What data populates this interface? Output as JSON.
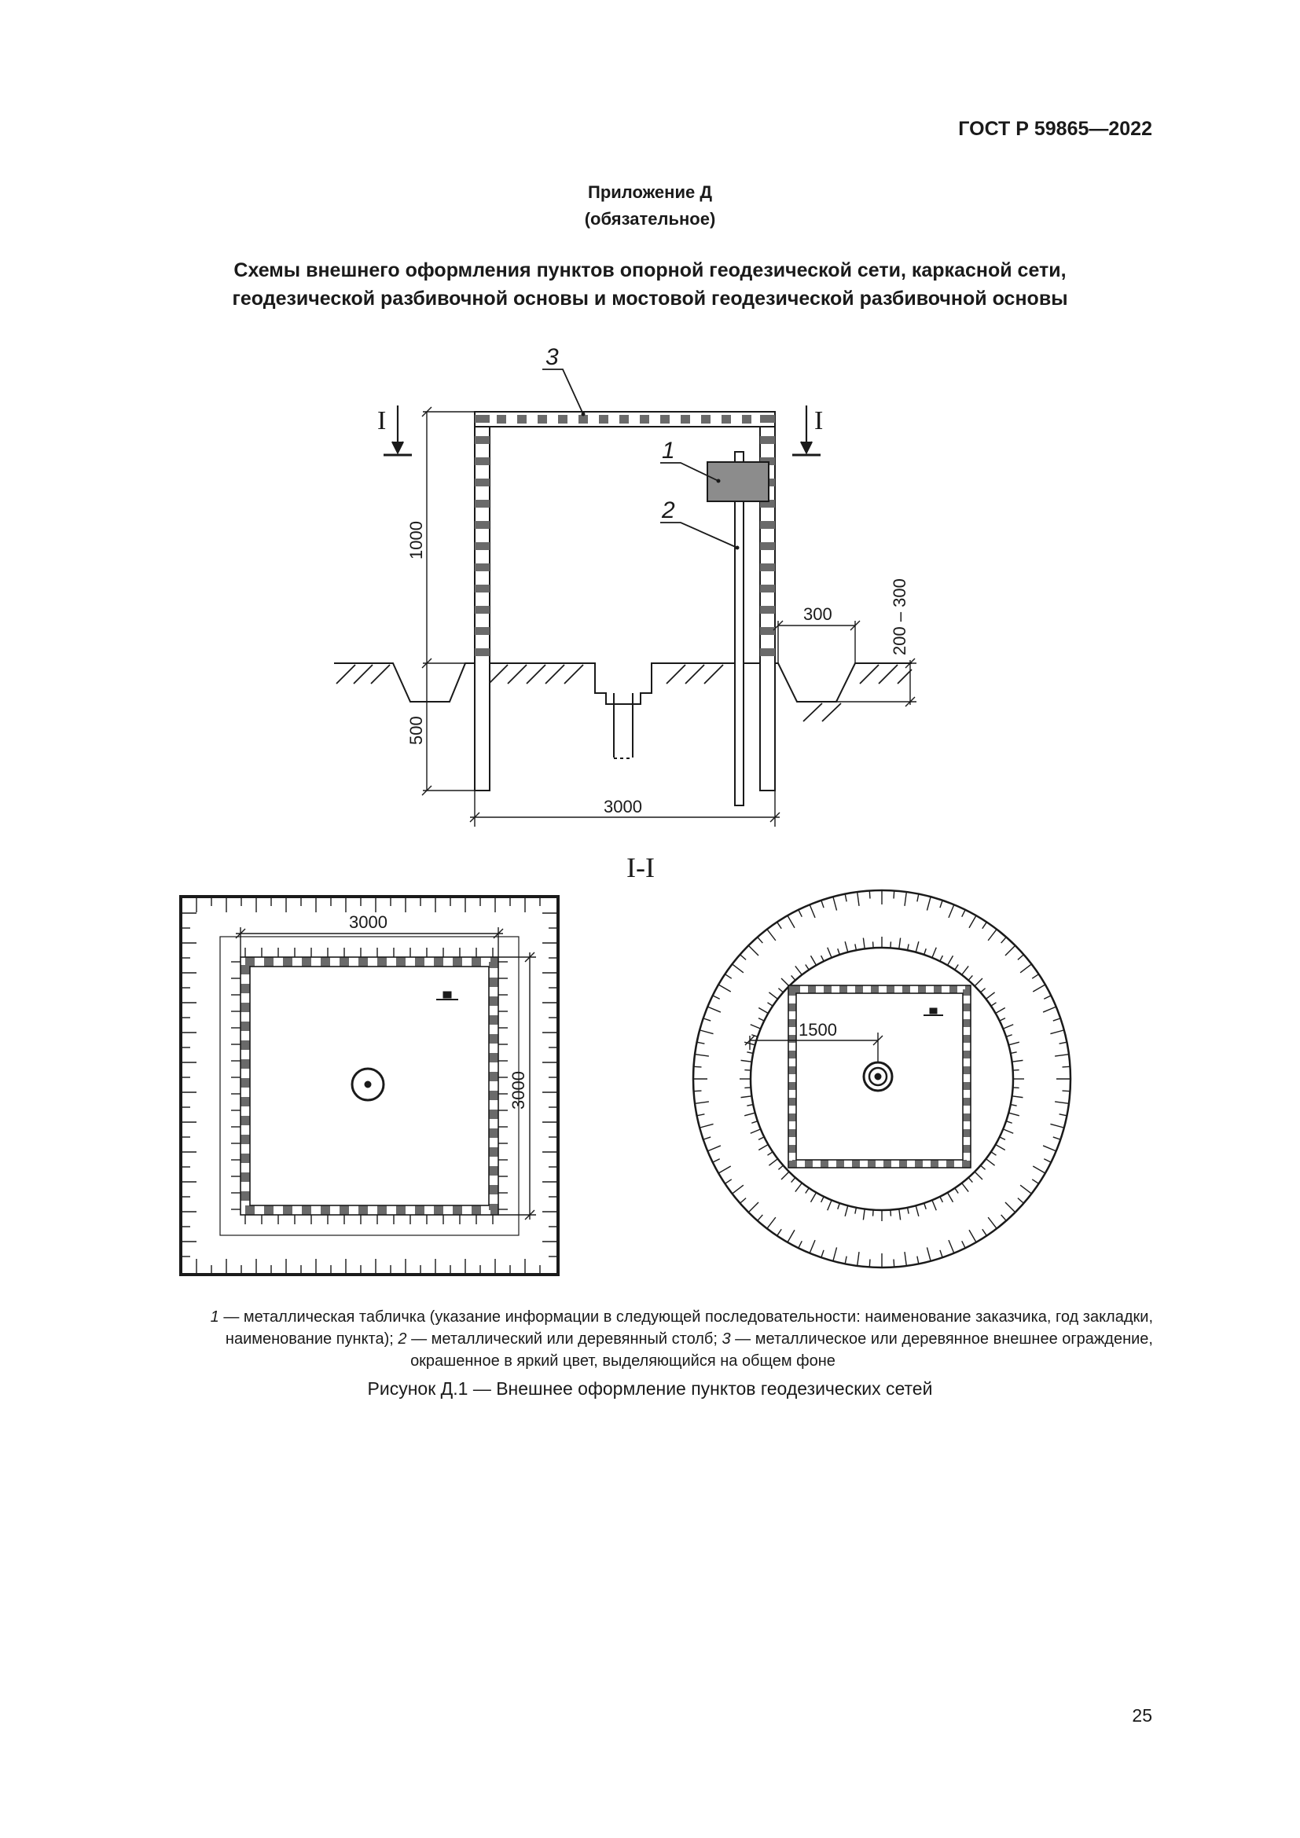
{
  "header": {
    "standard_number": "ГОСТ Р 59865—2022"
  },
  "appendix": {
    "title": "Приложение Д",
    "status": "(обязательное)"
  },
  "heading": {
    "line1": "Схемы внешнего оформления пунктов опорной геодезической сети, каркасной сети,",
    "line2": "геодезической разбивочной основы и мостовой геодезической разбивочной основы"
  },
  "figure": {
    "callouts": {
      "plate": "1",
      "post": "2",
      "fence": "3"
    },
    "section_mark": "I",
    "section_title": "I-I",
    "dimensions": {
      "height_above": "1000",
      "depth_below": "500",
      "width": "3000",
      "ditch_width": "300",
      "ditch_depth": "200 – 300",
      "plan_width": "3000",
      "plan_height": "3000",
      "radius": "1500"
    },
    "colors": {
      "stroke": "#1a1a1a",
      "stripe": "#6a6a6a",
      "plate": "#8c8c8c"
    }
  },
  "legend": {
    "n1": "1",
    "t1": " — металлическая табличка (указание информации в следующей последовательности: наименование заказчика, год закладки,",
    "t1b": "наименование пункта); ",
    "n2": "2",
    "t2": " — металлический или деревянный столб; ",
    "n3": "3",
    "t3": " — металлическое или деревянное внешнее ограждение,",
    "t4": "окрашенное в яркий цвет, выделяющийся на общем фоне"
  },
  "caption": "Рисунок Д.1 — Внешнее оформление пунктов геодезических сетей",
  "page_number": "25"
}
